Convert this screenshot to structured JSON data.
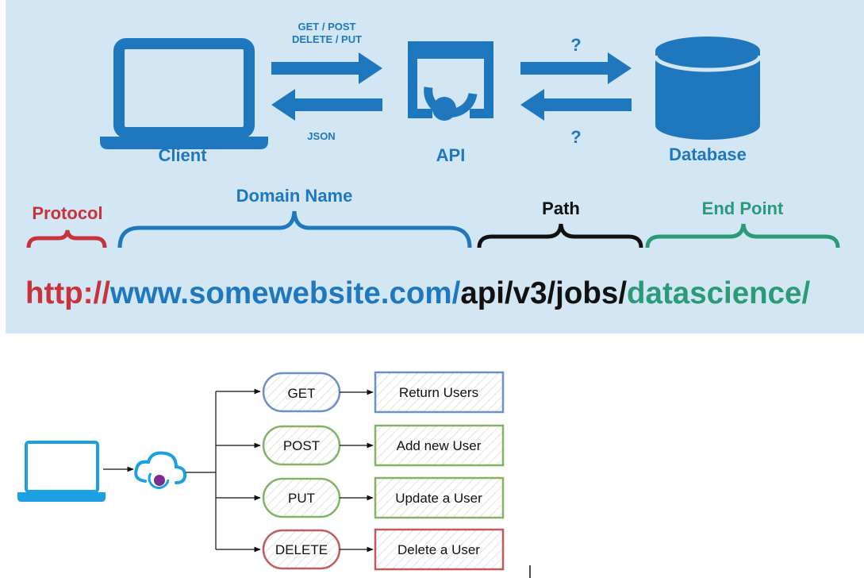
{
  "top": {
    "arrow_labels": {
      "request": [
        "GET / POST",
        "DELETE / PUT"
      ],
      "response": "JSON",
      "db_request": "?",
      "db_response": "?"
    },
    "nodes": {
      "client": "Client",
      "api": "API",
      "database": "Database"
    },
    "url_parts": {
      "protocol_label": "Protocol",
      "domain_label": "Domain Name",
      "path_label": "Path",
      "endpoint_label": "End Point",
      "protocol": "http://",
      "domain": "www.somewebsite.com/",
      "path": "api/v3/jobs/",
      "endpoint": "datascience/"
    },
    "colors": {
      "background": "#d3e6f4",
      "primary_blue": "#1f78be",
      "protocol_red": "#c8323b",
      "path_black": "#111111",
      "endpoint_green": "#2a9a77"
    }
  },
  "bottom": {
    "methods": [
      {
        "method": "GET",
        "action": "Return Users",
        "color": "#6d8fc7"
      },
      {
        "method": "POST",
        "action": "Add new User",
        "color": "#82b366"
      },
      {
        "method": "PUT",
        "action": "Update a User",
        "color": "#82b366"
      },
      {
        "method": "DELETE",
        "action": "Delete a User",
        "color": "#c05b5b"
      }
    ],
    "icons": [
      "laptop-icon",
      "cloud-api-icon"
    ]
  }
}
